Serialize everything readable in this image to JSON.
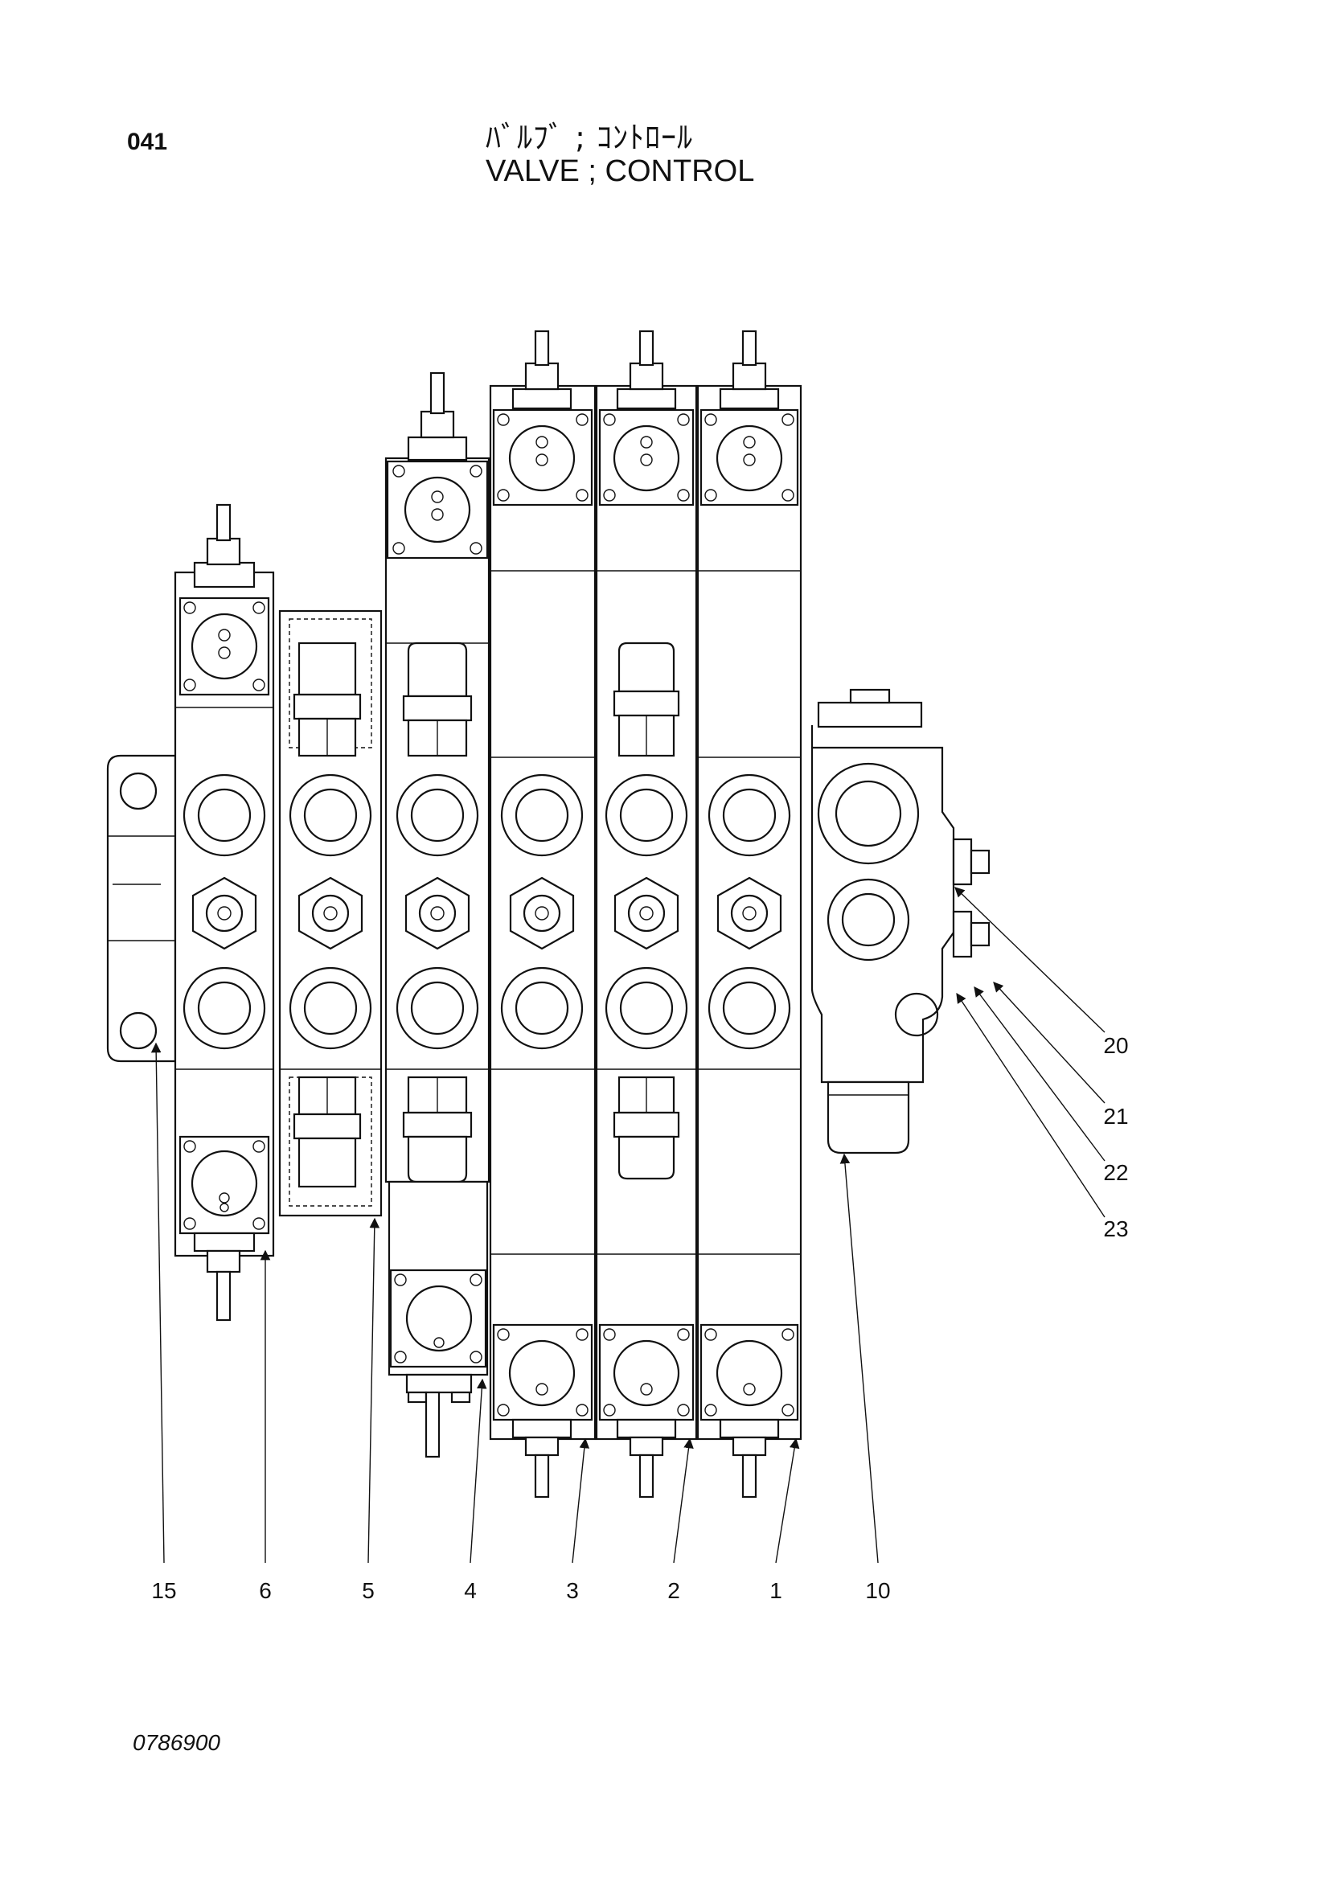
{
  "header": {
    "page_number": "041",
    "title_jp": "ﾊﾞﾙﾌﾞ ; ｺﾝﾄﾛｰﾙ",
    "title_en": "VALVE ; CONTROL"
  },
  "footer": {
    "drawing_number": "0786900"
  },
  "callouts": [
    {
      "id": "callout-15",
      "label": "15"
    },
    {
      "id": "callout-6",
      "label": "6"
    },
    {
      "id": "callout-5",
      "label": "5"
    },
    {
      "id": "callout-4",
      "label": "4"
    },
    {
      "id": "callout-3",
      "label": "3"
    },
    {
      "id": "callout-2",
      "label": "2"
    },
    {
      "id": "callout-1",
      "label": "1"
    },
    {
      "id": "callout-10",
      "label": "10"
    },
    {
      "id": "callout-20",
      "label": "20"
    },
    {
      "id": "callout-21",
      "label": "21"
    },
    {
      "id": "callout-22",
      "label": "22"
    },
    {
      "id": "callout-23",
      "label": "23"
    }
  ],
  "colors": {
    "line": "#111111",
    "background": "#ffffff"
  }
}
